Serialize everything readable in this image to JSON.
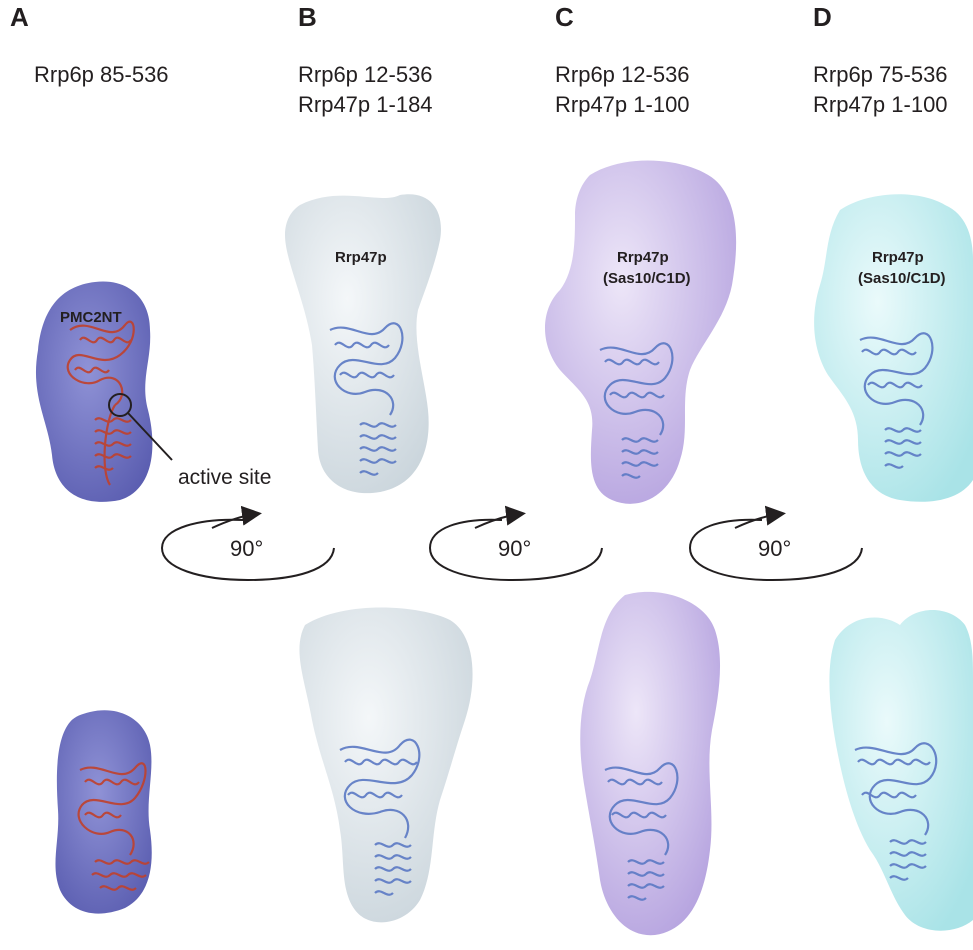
{
  "panels": [
    {
      "letter": "A",
      "construct": [
        "Rrp6p 85-536"
      ]
    },
    {
      "letter": "B",
      "construct": [
        "Rrp6p 12-536",
        "Rrp47p 1-184"
      ]
    },
    {
      "letter": "C",
      "construct": [
        "Rrp6p 12-536",
        "Rrp47p 1-100"
      ]
    },
    {
      "letter": "D",
      "construct": [
        "Rrp6p 75-536",
        "Rrp47p 1-100"
      ]
    }
  ],
  "labels": {
    "pmc2nt": "PMC2NT",
    "active_site": "active site",
    "rrp47_b": "Rrp47p",
    "rrp47_c_line1": "Rrp47p",
    "rrp47_c_line2": "(Sas10/C1D)",
    "rrp47_d_line1": "Rrp47p",
    "rrp47_d_line2": "(Sas10/C1D)"
  },
  "rotation": {
    "label": "90°",
    "count": 3
  },
  "colors": {
    "envelope_A": "#6f72c2",
    "envelope_B": "#dde5ea",
    "envelope_C": "#cbbde8",
    "envelope_D": "#c4eef0",
    "ribbon_red": "#c0412c",
    "ribbon_blue": "#5b79c4"
  }
}
